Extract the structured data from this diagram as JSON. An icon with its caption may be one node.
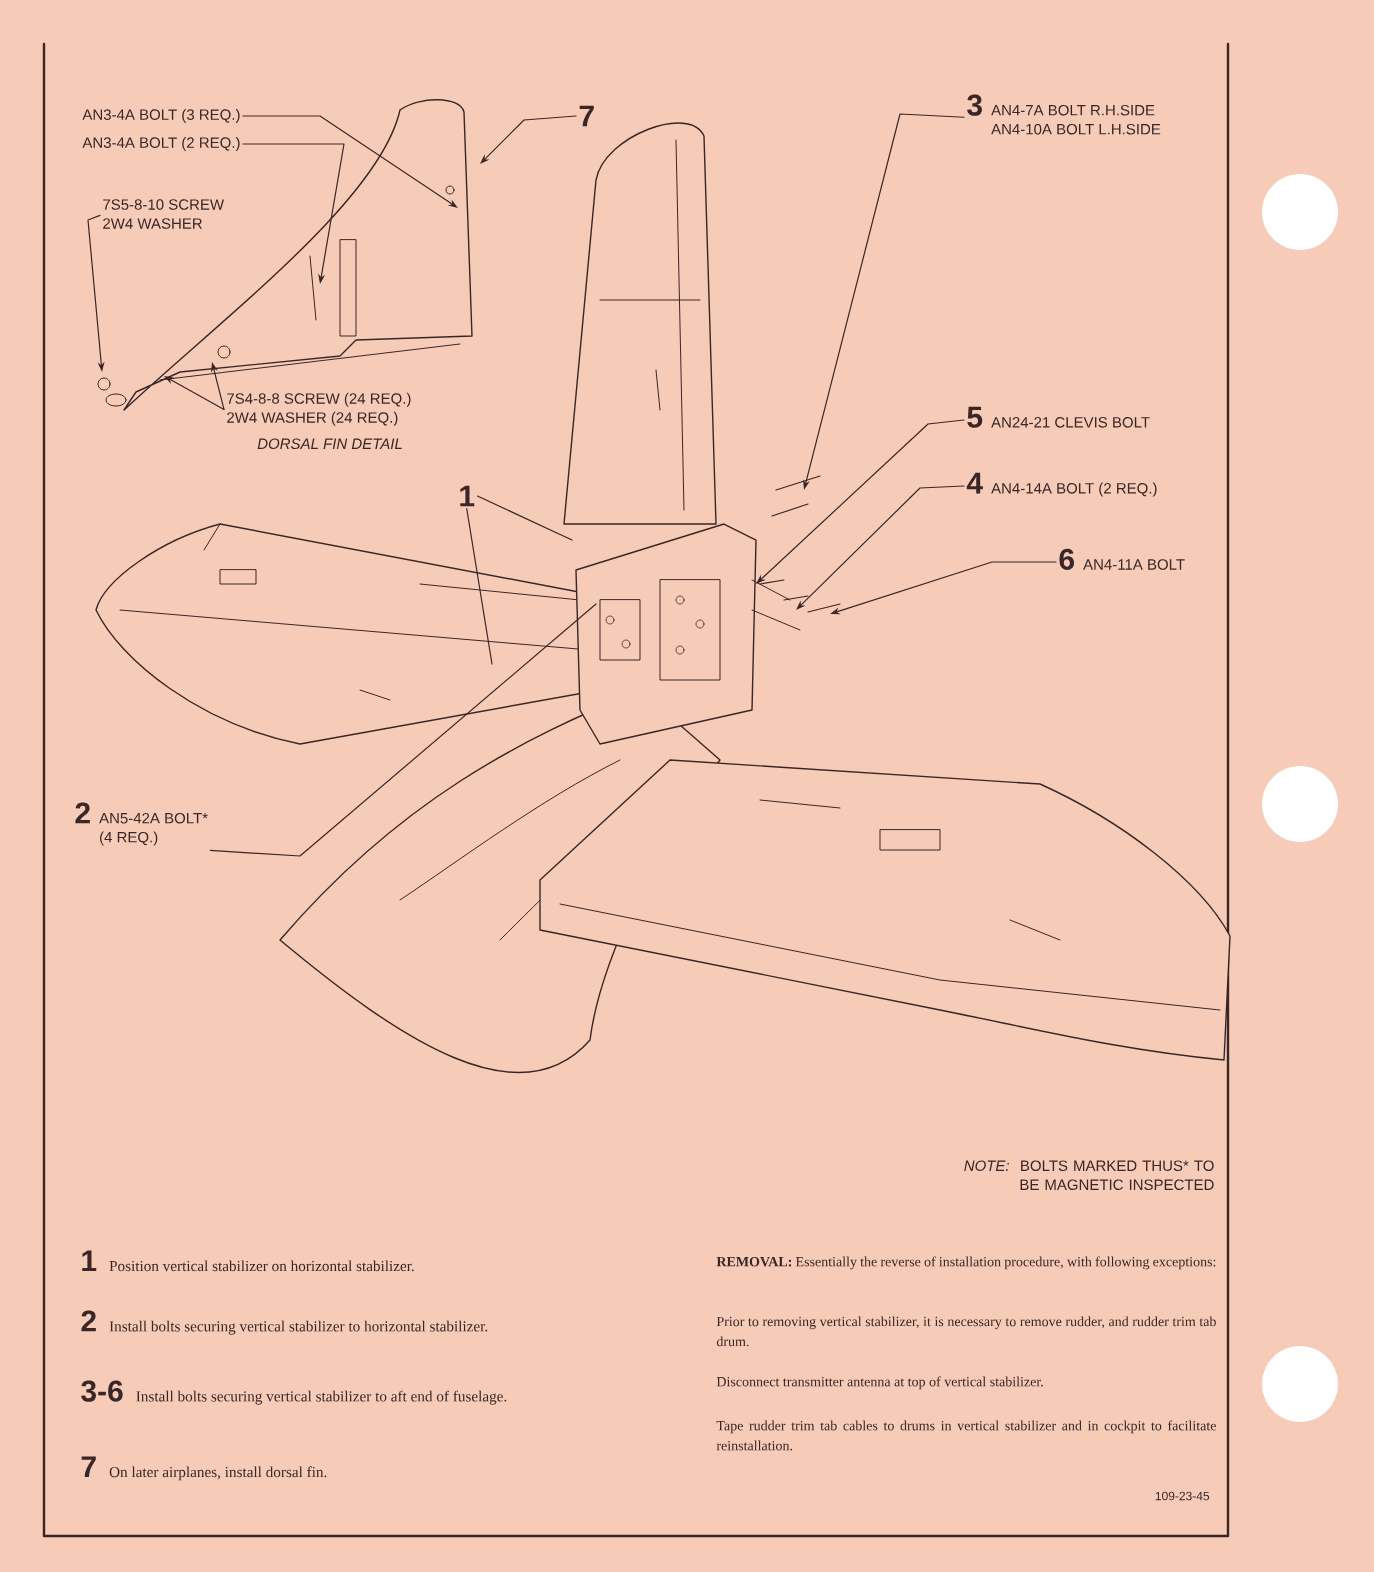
{
  "diagram": {
    "nodes": [
      {
        "text": [
          "AN3-4A BOLT (3 REQ.)"
        ]
      },
      {
        "text": [
          "AN3-4A BOLT (2 REQ.)"
        ]
      },
      {
        "text": [
          "7"
        ]
      },
      {
        "text": [
          "7S5-8-10 SCREW",
          "2W4 WASHER"
        ]
      },
      {
        "text": [
          "7S4-8-8 SCREW (24 REQ.)",
          "2W4 WASHER (24 REQ.)"
        ]
      },
      {
        "text": [
          "3",
          "AN4-7A BOLT R.H.SIDE",
          "AN4-10A BOLT L.H.SIDE"
        ]
      },
      {
        "text": [
          "5",
          "AN24-21 CLEVIS BOLT"
        ]
      },
      {
        "text": [
          "4",
          "AN4-14A BOLT (2 REQ.)"
        ]
      },
      {
        "text": [
          "6",
          "AN4-11A BOLT"
        ]
      },
      {
        "text": [
          "1"
        ]
      },
      {
        "text": [
          "2",
          "AN5-42A BOLT*",
          "(4 REQ.)"
        ]
      }
    ],
    "edges": [
      {
        "from": 0,
        "to": null,
        "arrow": "to"
      },
      {
        "from": 1,
        "to": null,
        "arrow": "to"
      },
      {
        "from": 2,
        "to": null,
        "arrow": "to"
      },
      {
        "from": 3,
        "to": null,
        "arrow": "to"
      },
      {
        "from": 4,
        "to": null,
        "arrow": "to"
      },
      {
        "from": 4,
        "to": null,
        "arrow": "to"
      },
      {
        "from": 5,
        "to": null,
        "arrow": "to"
      },
      {
        "from": 6,
        "to": null,
        "arrow": "to"
      },
      {
        "from": 7,
        "to": null,
        "arrow": "to"
      },
      {
        "from": 8,
        "to": null,
        "arrow": "to"
      },
      {
        "from": 9,
        "to": null,
        "arrow": "none"
      },
      {
        "from": 9,
        "to": null,
        "arrow": "none"
      },
      {
        "from": 10,
        "to": null,
        "arrow": "none"
      }
    ],
    "labels": [
      "DORSAL FIN DETAIL",
      "NOTE:",
      "BOLTS MARKED THUS* TO BE MAGNETIC INSPECTED",
      "1",
      "Position vertical stabilizer on horizontal stabilizer.",
      "2",
      "Install bolts securing vertical stabilizer to horizontal stabilizer.",
      "3-6",
      "Install bolts securing vertical stabilizer to aft end of fuselage.",
      "7",
      "On later airplanes, install dorsal fin.",
      "**REMOVAL:** Essentially the reverse of installation procedure, with following exceptions:",
      "Prior to removing vertical stabilizer, it is necessary to remove rudder, and rudder trim tab drum.",
      "Disconnect transmitter antenna at top of vertical stabilizer.",
      "Tape rudder trim tab cables to drums in vertical stabilizer and in cockpit to facilitate reinstallation.",
      "109-23-45"
    ]
  }
}
